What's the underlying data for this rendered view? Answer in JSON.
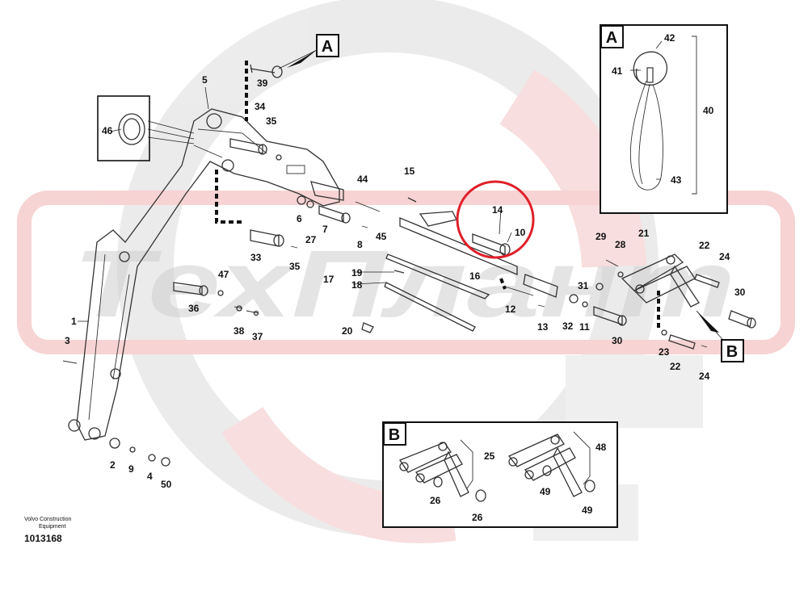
{
  "colors": {
    "watermark_gray": "#d9d9d9",
    "watermark_red": "#f2b7b7",
    "highlight_circle": "#e0202a",
    "line": "#222222"
  },
  "watermark": {
    "text": "ТехПлант",
    "icon": "gear-logo-watermark"
  },
  "footer": {
    "credit_line1": "Volvo Construction",
    "credit_line2": "Equipment",
    "code": "1013168"
  },
  "detail_boxes": {
    "a": "A",
    "b": "B"
  },
  "callouts": {
    "main_a_flag": "A",
    "main_b_flag": "B",
    "highlighted_part": "14",
    "labels": [
      "1",
      "2",
      "3",
      "4",
      "5",
      "6",
      "7",
      "8",
      "9",
      "10",
      "11",
      "12",
      "13",
      "14",
      "15",
      "16",
      "17",
      "18",
      "19",
      "20",
      "21",
      "22",
      "22",
      "23",
      "24",
      "24",
      "25",
      "26",
      "26",
      "27",
      "28",
      "29",
      "30",
      "30",
      "31",
      "32",
      "33",
      "34",
      "35",
      "35",
      "36",
      "37",
      "38",
      "39",
      "40",
      "41",
      "42",
      "43",
      "44",
      "45",
      "46",
      "47",
      "48",
      "49",
      "49",
      "50"
    ]
  }
}
